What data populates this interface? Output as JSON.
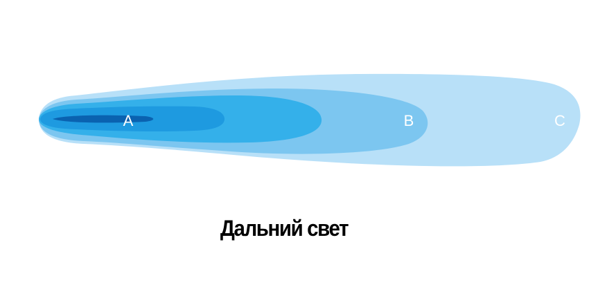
{
  "diagram": {
    "zones": [
      {
        "id": "A",
        "label": "A",
        "color": "#1e9ae0"
      },
      {
        "id": "B",
        "label": "B",
        "color": "#7cc6f0"
      },
      {
        "id": "C",
        "label": "C",
        "color": "#b8e0f8"
      }
    ],
    "colors": {
      "outer": "#b8e0f8",
      "middle": "#7cc6f0",
      "inner": "#34b0ea",
      "core": "#1e9ae0",
      "hot": "#0a62b0"
    }
  },
  "caption": "Дальний свет"
}
